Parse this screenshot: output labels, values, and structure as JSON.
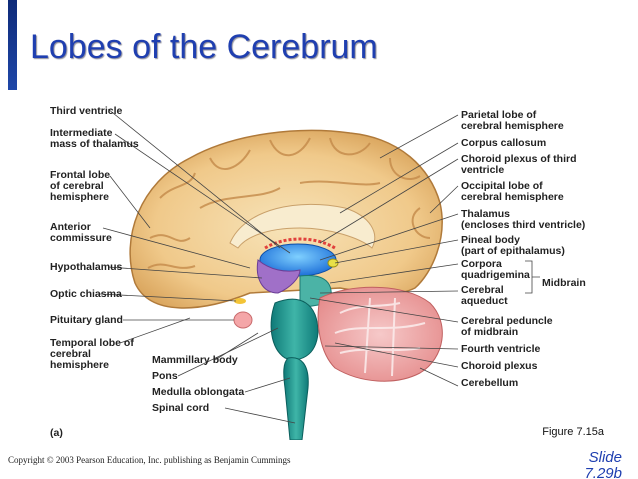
{
  "slide": {
    "title": "Lobes of the Cerebrum",
    "figure_caption": "Figure 7.15a",
    "panel_letter": "(a)",
    "copyright": "Copyright © 2003 Pearson Education, Inc. publishing as Benjamin Cummings",
    "slide_word": "Slide",
    "slide_number": "7.29b",
    "accent_color": "#1f3fb0"
  },
  "labels": {
    "left": {
      "third_ventricle": "Third ventricle",
      "intermediate_1": "Intermediate",
      "intermediate_2": "mass of thalamus",
      "frontal_1": "Frontal lobe",
      "frontal_2": "of cerebral",
      "frontal_3": "hemisphere",
      "anterior_1": "Anterior",
      "anterior_2": "commissure",
      "hypothalamus": "Hypothalamus",
      "optic_chiasma": "Optic chiasma",
      "pituitary": "Pituitary gland",
      "temporal_1": "Temporal lobe of",
      "temporal_2": "cerebral",
      "temporal_3": "hemisphere"
    },
    "bottom": {
      "mammillary": "Mammillary body",
      "pons": "Pons",
      "medulla": "Medulla oblongata",
      "spinal_cord": "Spinal cord"
    },
    "right": {
      "parietal_1": "Parietal lobe of",
      "parietal_2": "cerebral hemisphere",
      "corpus_callosum": "Corpus callosum",
      "choroid_1": "Choroid plexus of third",
      "choroid_2": "ventricle",
      "occipital_1": "Occipital lobe of",
      "occipital_2": "cerebral hemisphere",
      "thalamus_1": "Thalamus",
      "thalamus_2": "(encloses third ventricle)",
      "pineal_1": "Pineal body",
      "pineal_2": "(part of epithalamus)",
      "corpora_1": "Corpora",
      "corpora_2": "quadrigemina",
      "aqueduct_1": "Cerebral",
      "aqueduct_2": "aqueduct",
      "midbrain": "Midbrain",
      "peduncle_1": "Cerebral peduncle",
      "peduncle_2": "of midbrain",
      "fourth_ventricle": "Fourth ventricle",
      "choroid_plexus": "Choroid plexus",
      "cerebellum": "Cerebellum"
    }
  }
}
